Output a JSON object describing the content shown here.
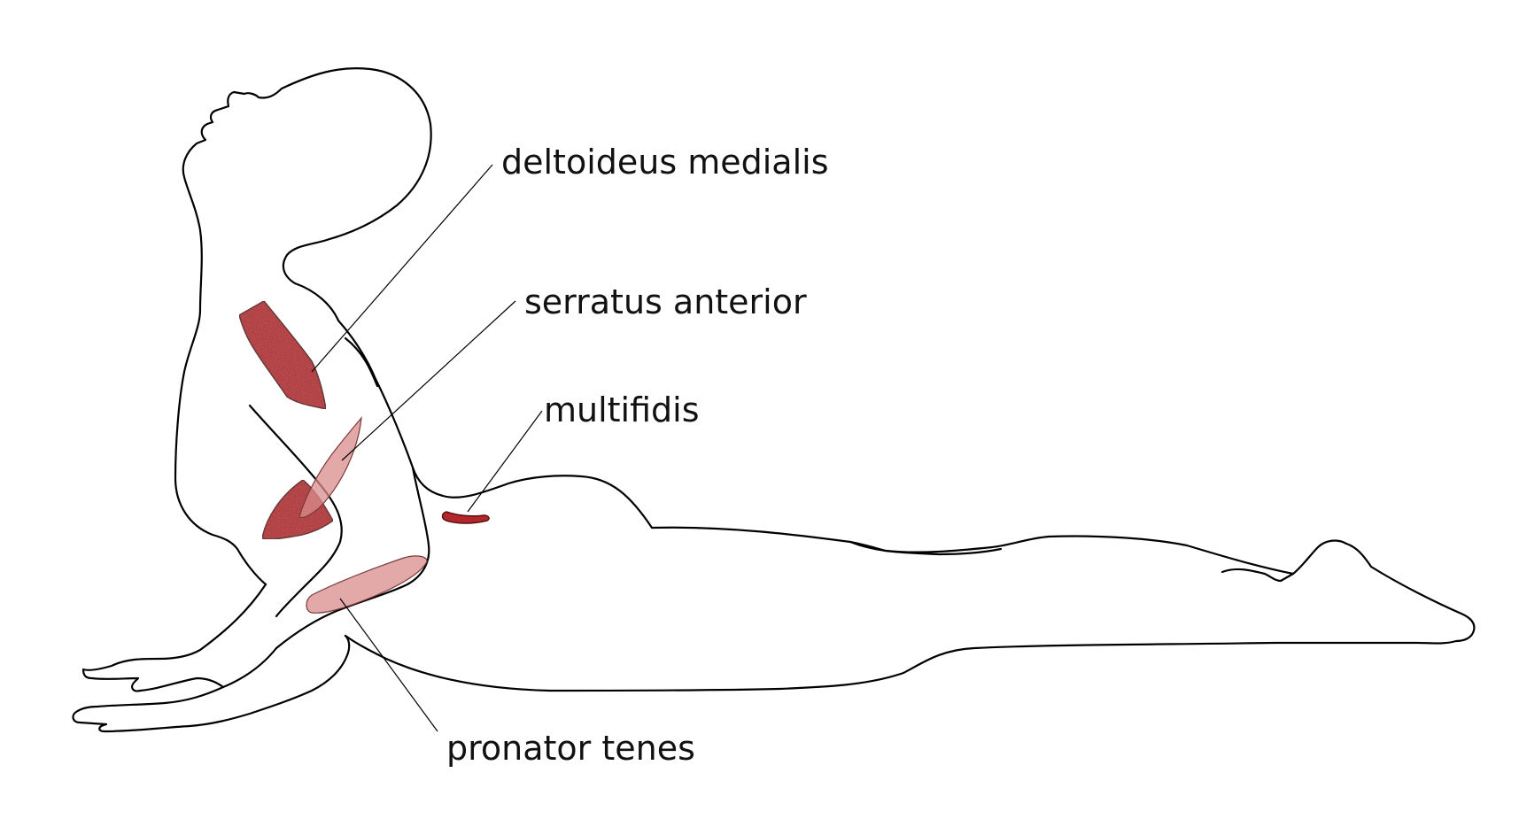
{
  "labels": {
    "deltoideus": "deltoideus medialis",
    "serratus": "serratus anterior",
    "multifidis": "multifidis",
    "pronator": "pronator tenes"
  },
  "colors": {
    "background": "#ffffff",
    "outline": "#000000",
    "muscle_active": "#b3262b",
    "muscle_faded": "#d98c8c"
  },
  "icons": {
    "figure": "cobra-pose-figure"
  }
}
